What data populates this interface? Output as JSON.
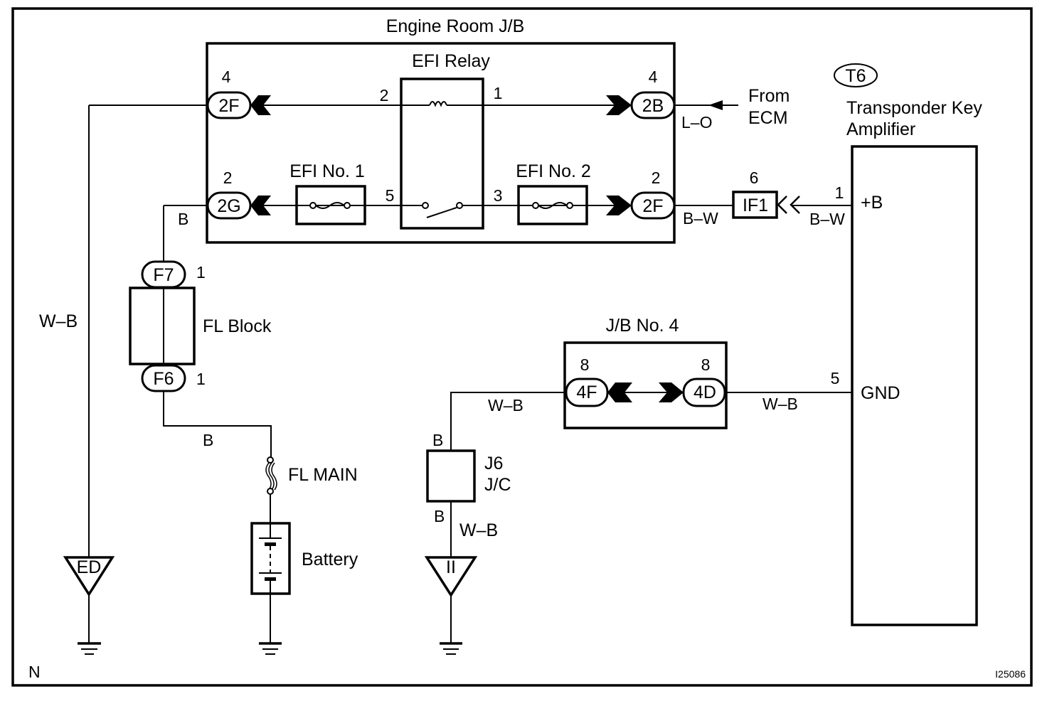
{
  "diagram": {
    "corner_label": "N",
    "figure_id": "I25086",
    "engine_room_jb": {
      "title": "Engine Room J/B",
      "efi_relay": {
        "title": "EFI Relay",
        "pin_coil_left": "2",
        "pin_coil_right": "1",
        "pin_switch_left": "5",
        "pin_switch_right": "3"
      },
      "efi_no1": {
        "label": "EFI No. 1"
      },
      "efi_no2": {
        "label": "EFI No. 2"
      },
      "connector_2f_top": {
        "code": "2F",
        "pin": "4"
      },
      "connector_2b": {
        "code": "2B",
        "pin": "4"
      },
      "connector_2g": {
        "code": "2G",
        "pin": "2"
      },
      "connector_2f_bottom": {
        "code": "2F",
        "pin": "2"
      }
    },
    "from_ecm": {
      "line1": "From",
      "line2": "ECM",
      "wire": "L–O"
    },
    "transponder": {
      "connector_code": "T6",
      "title_line1": "Transponder Key",
      "title_line2": "Amplifier",
      "pin_b_num": "1",
      "pin_b_label": "+B",
      "pin_gnd_num": "5",
      "pin_gnd_label": "GND"
    },
    "if1": {
      "code": "IF1",
      "pin": "6"
    },
    "wires": {
      "wb_left": "W–B",
      "b_top": "B",
      "b_bottom": "B",
      "bw_left": "B–W",
      "bw_right": "B–W",
      "wb_jb4_left": "W–B",
      "wb_jb4_right": "W–B",
      "b_j6_top": "B",
      "b_j6_bottom": "B",
      "wb_j6_bottom": "W–B"
    },
    "fl_block": {
      "label": "FL Block",
      "connector_top": "F7",
      "pin_top": "1",
      "connector_bottom": "F6",
      "pin_bottom": "1"
    },
    "fl_main": {
      "label": "FL MAIN"
    },
    "battery": {
      "label": "Battery"
    },
    "jb_no4": {
      "title": "J/B No. 4",
      "connector_left": "4F",
      "pin_left": "8",
      "connector_right": "4D",
      "pin_right": "8"
    },
    "j6": {
      "line1": "J6",
      "line2": "J/C"
    },
    "grounds": {
      "ground_ed": "ED",
      "ground_ii": "II"
    }
  }
}
